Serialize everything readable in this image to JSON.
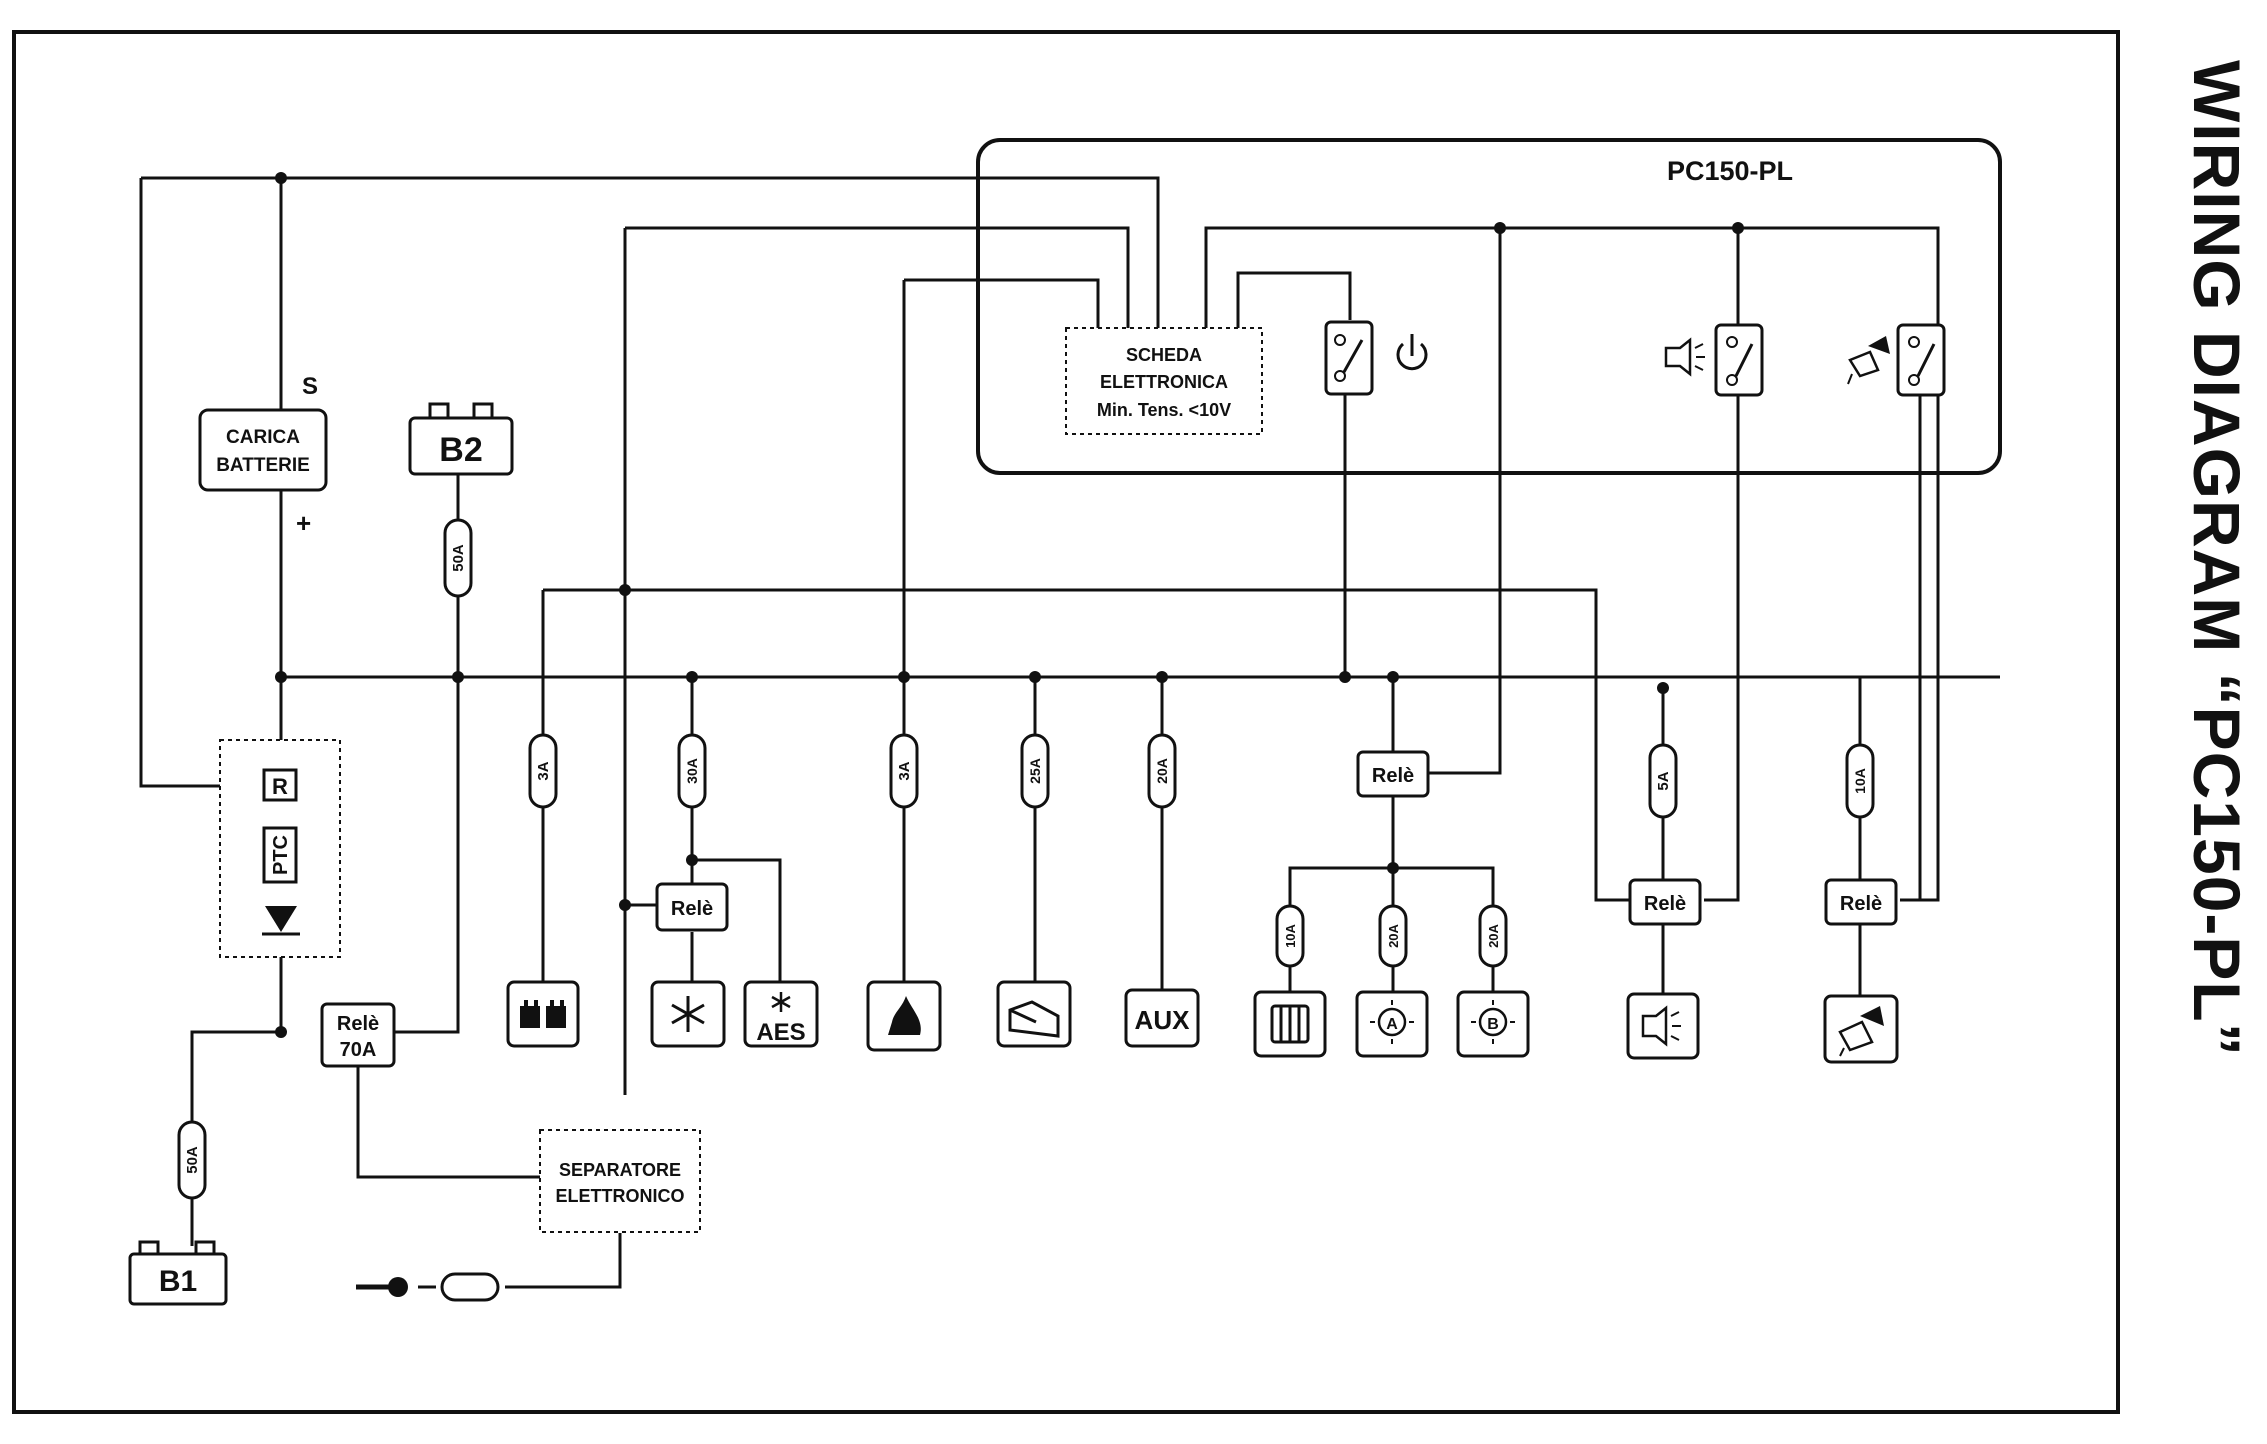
{
  "title": "WIRING DIAGRAM “PC150-PL”",
  "panel_label": "PC150-PL",
  "battery_charger": [
    "CARICA",
    "BATTERIE"
  ],
  "charger_terminals": {
    "s": "S",
    "plus": "+"
  },
  "batteries": {
    "b1": "B1",
    "b2": "B2"
  },
  "board": [
    "SCHEDA",
    "ELETTRONICA",
    "Min. Tens. <10V"
  ],
  "separator": [
    "SEPARATORE",
    "ELETTRONICO"
  ],
  "protection": {
    "r": "R",
    "ptc": "PTC"
  },
  "relays": {
    "main": [
      "Relè",
      "70A"
    ],
    "fridge": "Relè",
    "lights": "Relè",
    "lamp": "Relè",
    "pump": "Relè"
  },
  "fuses": {
    "b2": "50A",
    "b1": "50A",
    "f1": "3A",
    "f2": "30A",
    "f3": "3A",
    "f4": "25A",
    "f5": "20A",
    "f6": "5A",
    "f7": "10A",
    "f8": "10A",
    "f9": "20A",
    "f10": "20A"
  },
  "loads": {
    "aes": "AES",
    "aux": "AUX"
  },
  "icons": [
    "battery-pair-icon",
    "snowflake-icon",
    "flame-icon",
    "step-icon",
    "radiator-icon",
    "light-a-icon",
    "light-b-icon",
    "lamp-icon",
    "pump-icon",
    "power-icon",
    "key-icon"
  ]
}
